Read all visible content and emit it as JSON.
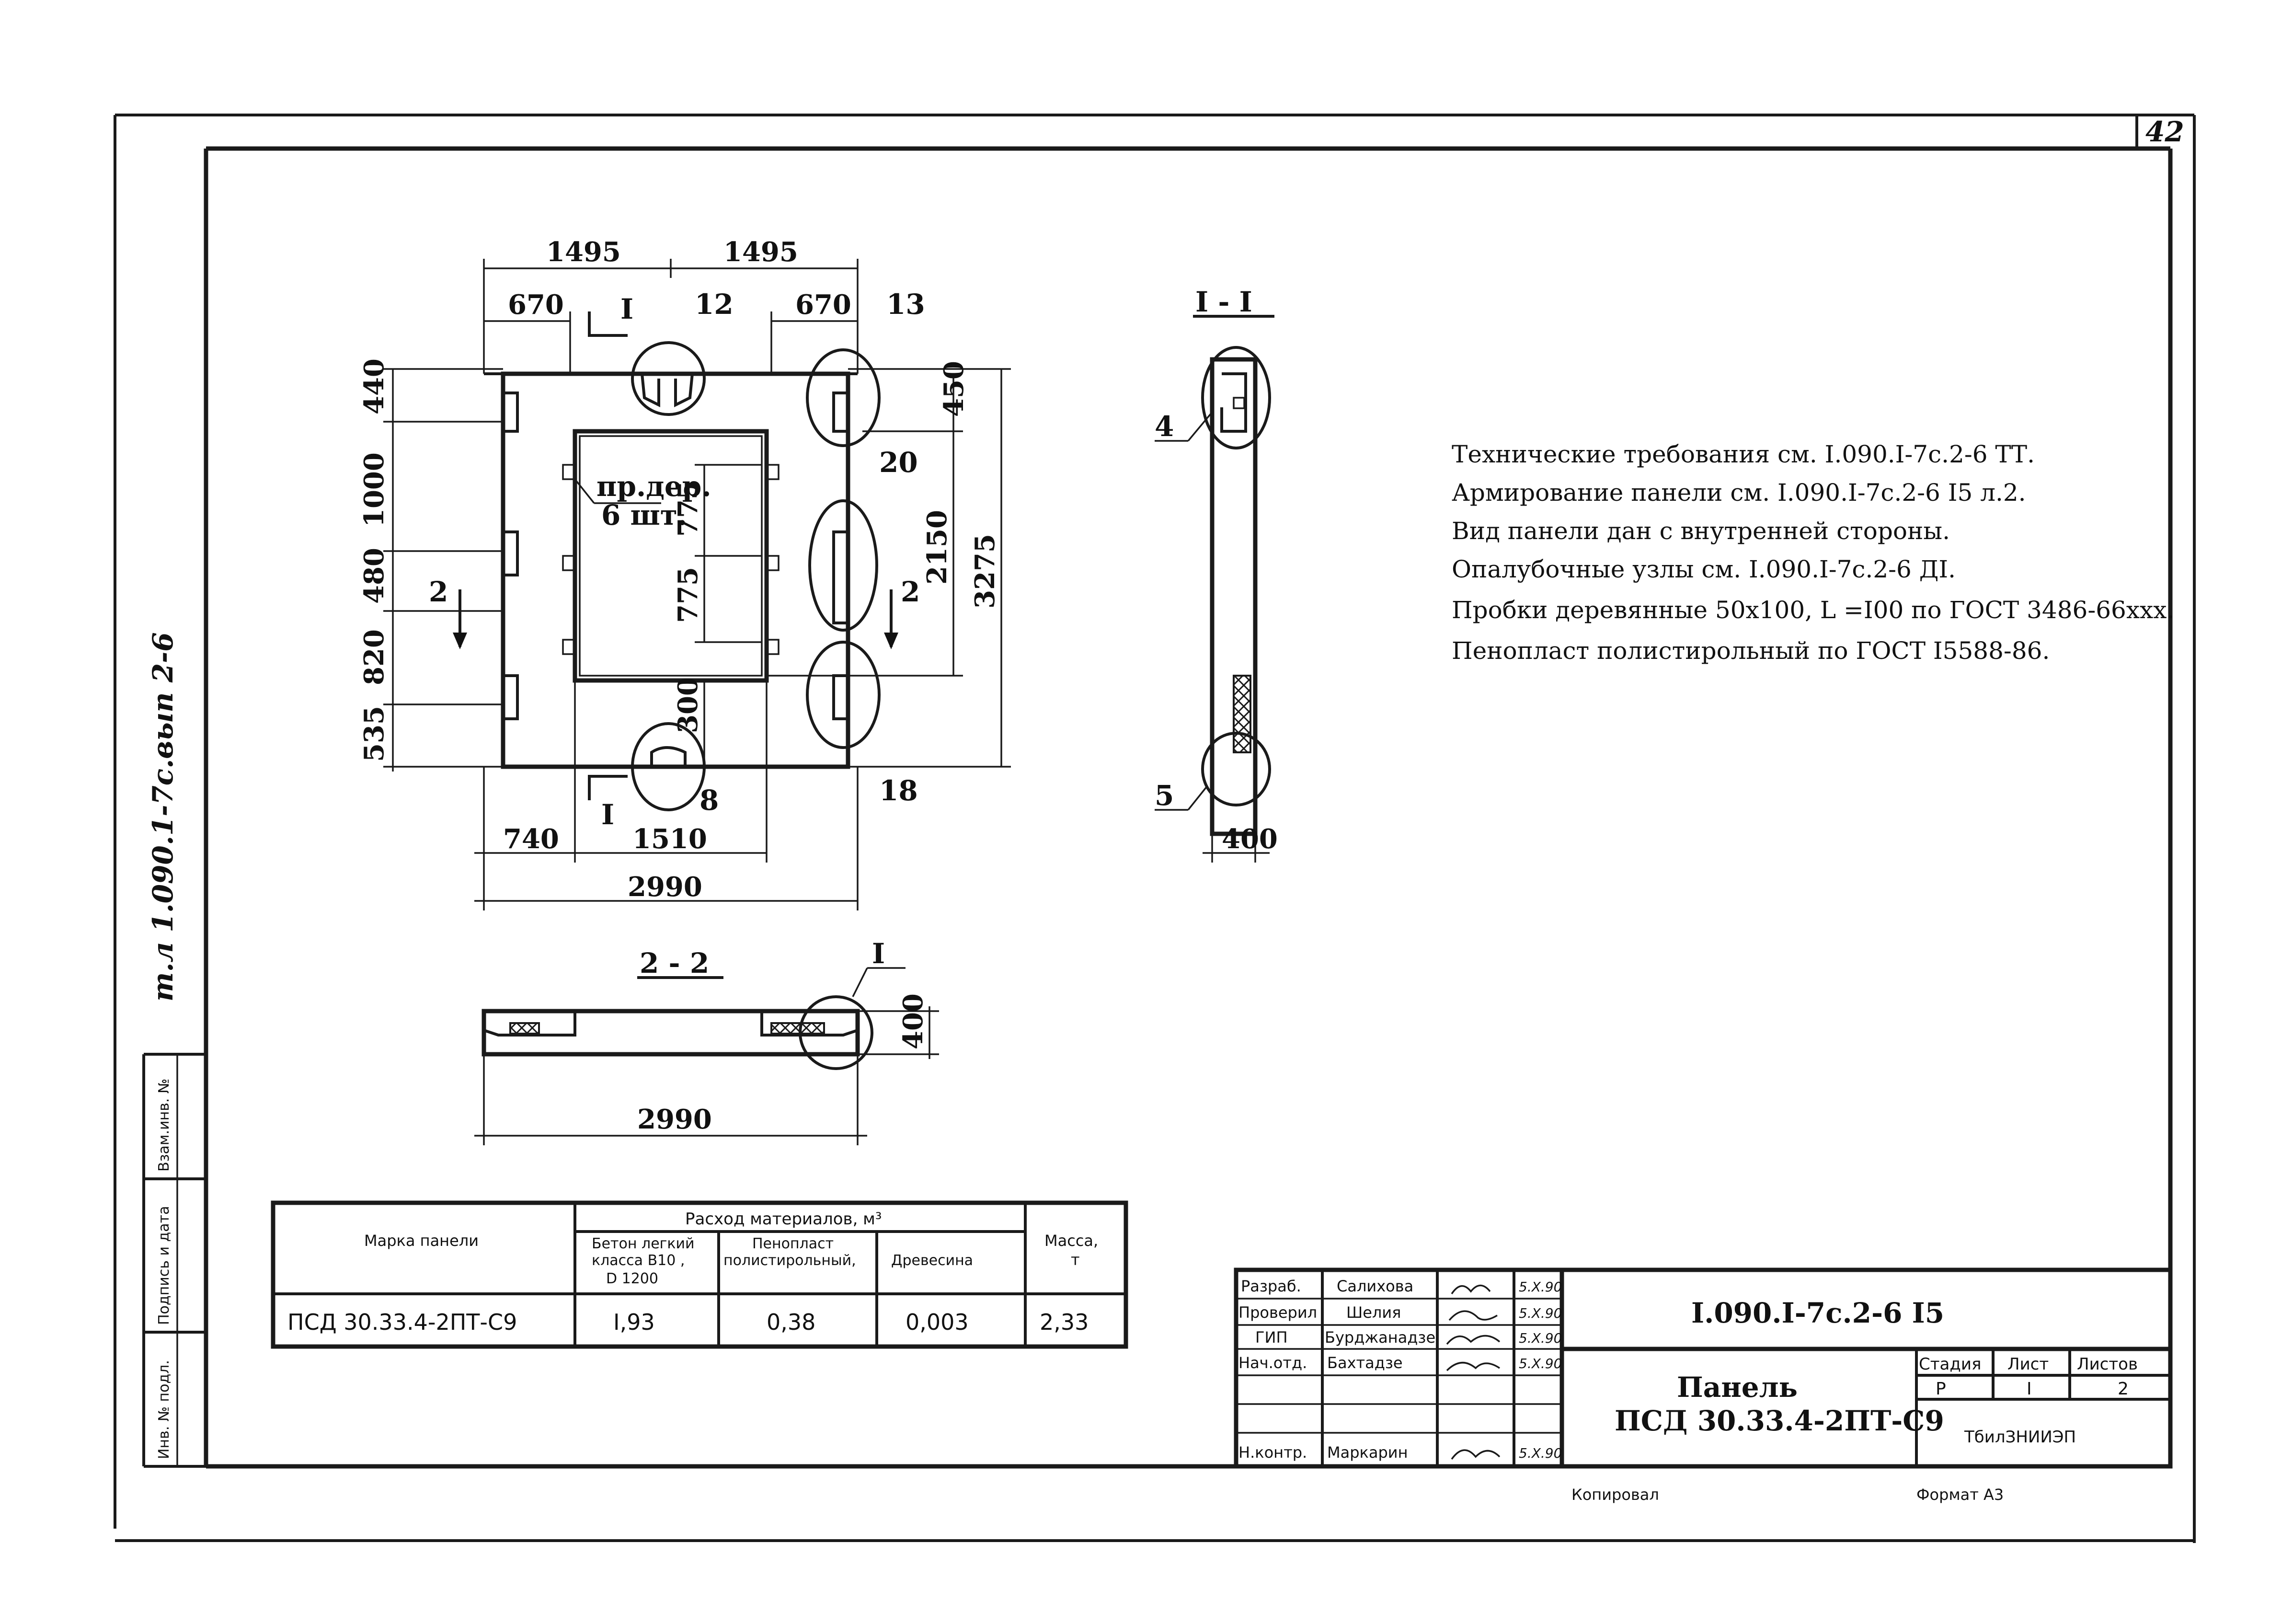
{
  "sheet": {
    "page_number": "42",
    "side_stamp": "т.л 1.090.1-7с.вып 2-6",
    "side_labels": [
      "Инв. № подл.",
      "Подпись и дата",
      "Взам.инв. №"
    ]
  },
  "main_view": {
    "dims_top": [
      "1495",
      "1495",
      "670",
      "670"
    ],
    "dims_left": [
      "440",
      "1000",
      "480",
      "820",
      "535"
    ],
    "dims_right": [
      "450",
      "2150",
      "3275"
    ],
    "dims_inner": [
      "775",
      "775",
      "300"
    ],
    "dims_bottom": [
      "740",
      "1510",
      "2990"
    ],
    "callouts": [
      "I",
      "12",
      "13",
      "20",
      "18",
      "8",
      "2",
      "2",
      "I"
    ],
    "note_text_1": "пр.дер.",
    "note_text_2": "6 шт."
  },
  "section_1": {
    "title": "I - I",
    "callouts": [
      "4",
      "5"
    ],
    "dim": "400"
  },
  "section_2": {
    "title": "2 - 2",
    "callout": "I",
    "dims": [
      "400",
      "2990"
    ]
  },
  "notes": [
    "Технические требования см. I.090.I-7с.2-6 ТТ.",
    "Армирование панели см. I.090.I-7с.2-6 I5 л.2.",
    "Вид панели дан с внутренней стороны.",
    "Опалубочные узлы см. I.090.I-7с.2-6 ДI.",
    "Пробки деревянные 50х100, L =I00 по ГОСТ 3486-66ххх.",
    "Пенопласт полистирольный по ГОСТ I5588-86."
  ],
  "materials_table": {
    "header_group": "Расход материалов, м³",
    "col_mark": "Марка панели",
    "col_concrete_1": "Бетон легкий",
    "col_concrete_2": "класса В10 ,",
    "col_concrete_3": "D 1200",
    "col_foam_1": "Пенопласт",
    "col_foam_2": "полистирольный,",
    "col_wood": "Древесина",
    "col_mass_1": "Масса,",
    "col_mass_2": "т",
    "row_mark": "ПСД 30.33.4-2ПТ-С9",
    "row_concrete": "I,93",
    "row_foam": "0,38",
    "row_wood": "0,003",
    "row_mass": "2,33"
  },
  "title_block": {
    "roles": [
      "Разраб.",
      "Проверил",
      "ГИП",
      "Нач.отд.",
      "",
      "",
      "Н.контр."
    ],
    "names": [
      "Салихова",
      "Шелия",
      "Бурджанадзе",
      "Бахтадзе",
      "",
      "",
      "Маркарин"
    ],
    "dates": [
      "5.Х.90",
      "5.Х.90",
      "5.Х.90",
      "5.Х.90",
      "",
      "",
      "5.Х.90"
    ],
    "doc_code": "I.090.I-7с.2-6 I5",
    "item_name": "Панель",
    "item_mark": "ПСД 30.33.4-2ПТ-С9",
    "stage_label": "Стадия",
    "sheet_label": "Лист",
    "sheets_label": "Листов",
    "stage": "Р",
    "sheet_no": "I",
    "sheets_total": "2",
    "org": "ТбилЗНИИЭП",
    "copied": "Копировал",
    "format": "Формат А3"
  }
}
